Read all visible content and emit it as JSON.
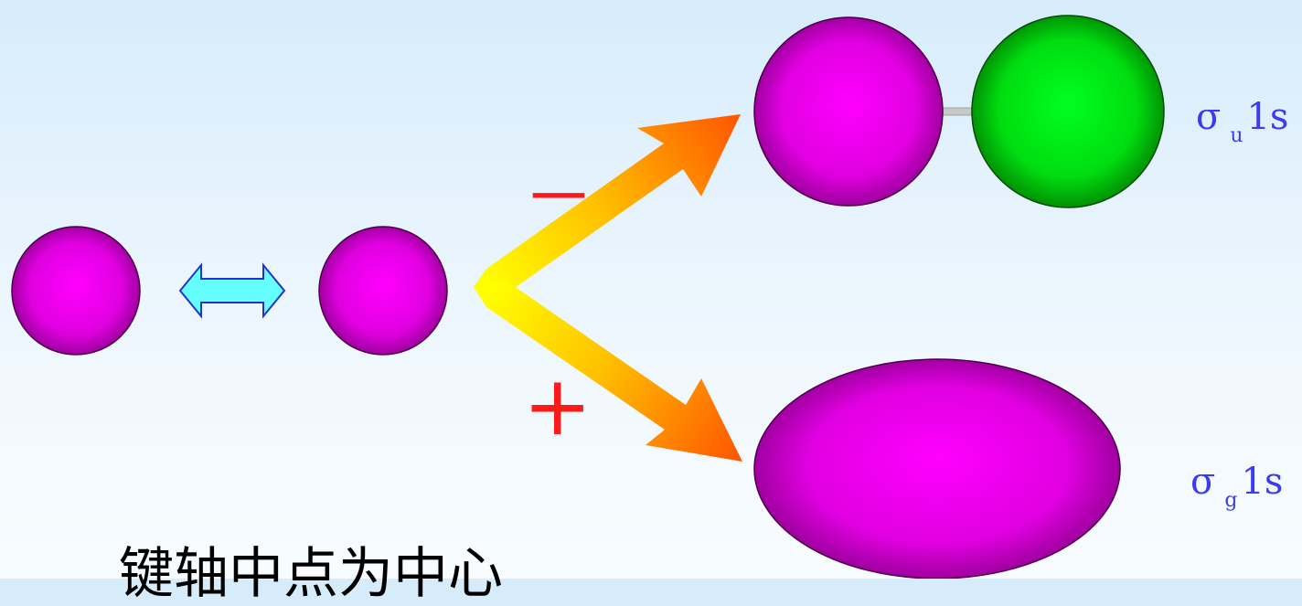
{
  "labels": {
    "antibonding_base": "σ",
    "antibonding_sub": "u",
    "antibonding_orbital": "1s",
    "bonding_base": "σ",
    "bonding_sub": "g",
    "bonding_orbital": "1s",
    "minus_sign": "－",
    "plus_sign": "+"
  },
  "caption": "键轴中点为中心",
  "colors": {
    "orbital_positive": "#ff00ff",
    "orbital_negative": "#00ff22",
    "label_color": "#3b3bf0",
    "sign_color": "#ff1a1a",
    "double_arrow": "#66ffff",
    "branch_arrow_start": "#ffff00",
    "branch_arrow_end": "#ff5500"
  },
  "icons": [
    "double-headed-arrow-icon",
    "branching-arrow-icon"
  ]
}
